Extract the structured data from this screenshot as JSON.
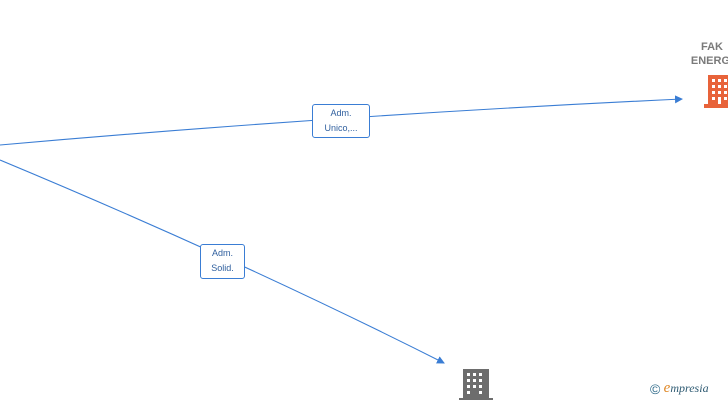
{
  "diagram": {
    "nodes": [
      {
        "id": "fak",
        "label_lines": [
          "FAK",
          "ENERGI"
        ],
        "icon": "building-icon",
        "color": "#e8633a"
      },
      {
        "id": "unnamed",
        "label_lines": [],
        "icon": "building-icon",
        "color": "#6d6d6d"
      }
    ],
    "edges": [
      {
        "id": "e1",
        "label_lines": [
          "Adm.",
          "Unico,..."
        ],
        "color": "#3a7dd4"
      },
      {
        "id": "e2",
        "label_lines": [
          "Adm.",
          "Solid."
        ],
        "color": "#3a7dd4"
      }
    ]
  },
  "watermark": {
    "copyright_symbol": "©",
    "brand_initial": "e",
    "brand_rest": "mpresia"
  }
}
